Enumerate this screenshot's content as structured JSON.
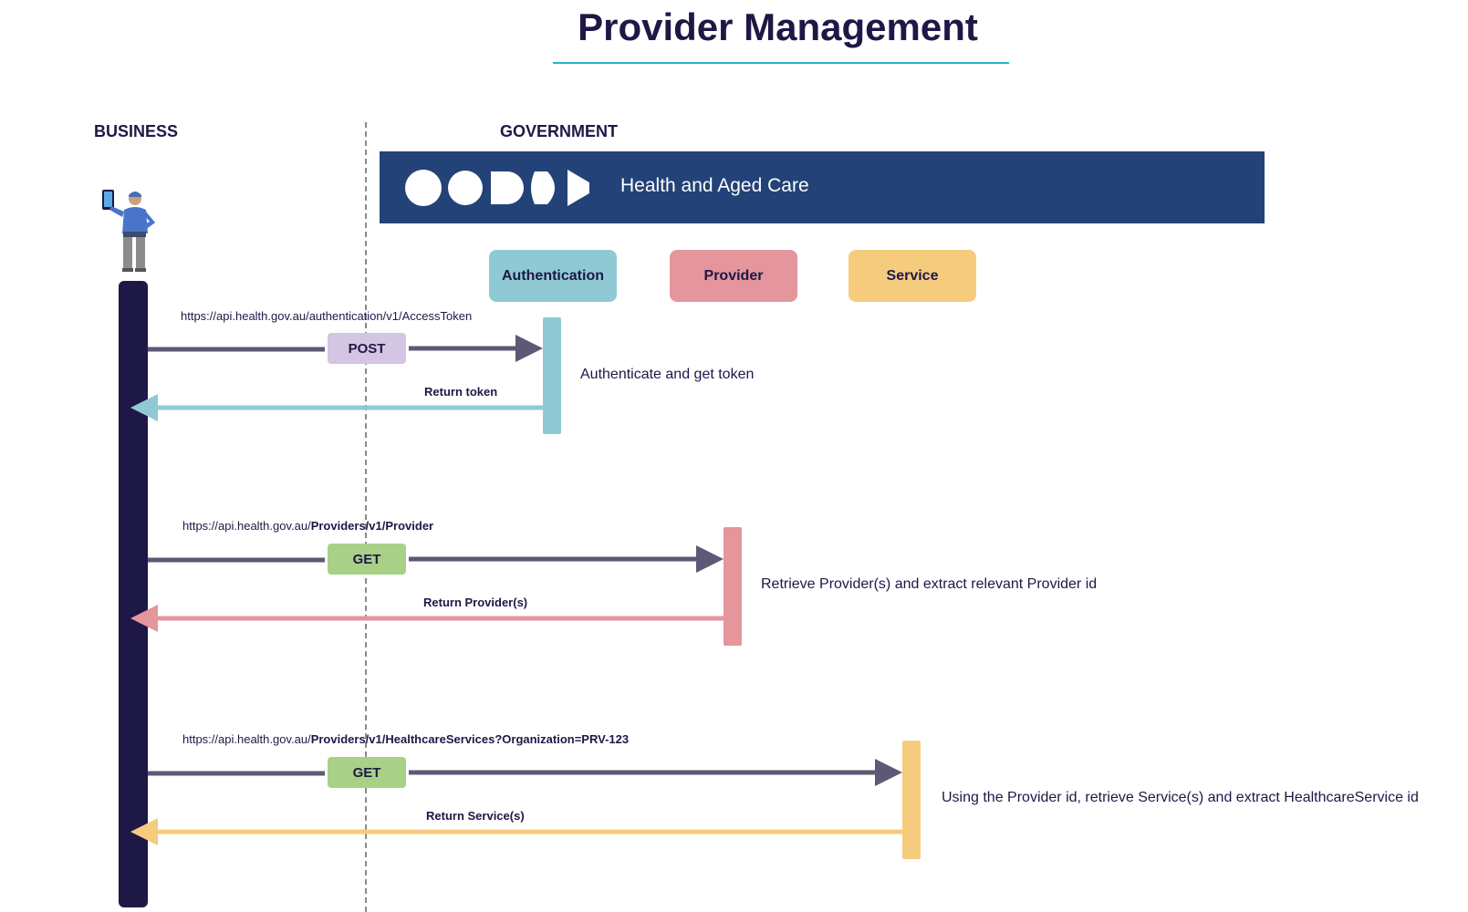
{
  "title": "Provider Management",
  "zones": {
    "business": "BUSINESS",
    "government": "GOVERNMENT"
  },
  "banner": {
    "text": "Health and Aged Care",
    "logo_icon": "government-crest-icon"
  },
  "actor": {
    "icon": "person-with-tablet-icon"
  },
  "services": [
    {
      "label": "Authentication",
      "color": "#8fcad4"
    },
    {
      "label": "Provider",
      "color": "#e5959c"
    },
    {
      "label": "Service",
      "color": "#f5cb7e"
    }
  ],
  "calls": [
    {
      "url_prefix": "https://api.health.gov.au/authentication/v1/AccessToken",
      "url_bold": "",
      "method": "POST",
      "method_color": "#d4c5e2",
      "return_label": "Return token",
      "return_color": "#8fcad4",
      "description": "Authenticate and get token"
    },
    {
      "url_prefix": "https://api.health.gov.au/",
      "url_bold": "Providers/v1/Provider",
      "method": "GET",
      "method_color": "#a8d187",
      "return_label": "Return Provider(s)",
      "return_color": "#e5959c",
      "description": "Retrieve Provider(s) and extract relevant Provider id"
    },
    {
      "url_prefix": "https://api.health.gov.au/",
      "url_bold": "Providers/v1/HealthcareServices?Organization=PRV-123",
      "method": "GET",
      "method_color": "#a8d187",
      "return_label": "Return Service(s)",
      "return_color": "#f5cb7e",
      "description": "Using the Provider id, retrieve Service(s) and extract HealthcareService id"
    }
  ],
  "colors": {
    "request_arrow": "#5e5775",
    "lifeline": "#1e1846",
    "banner": "#234277",
    "title_rule": "#2ab3c8"
  }
}
